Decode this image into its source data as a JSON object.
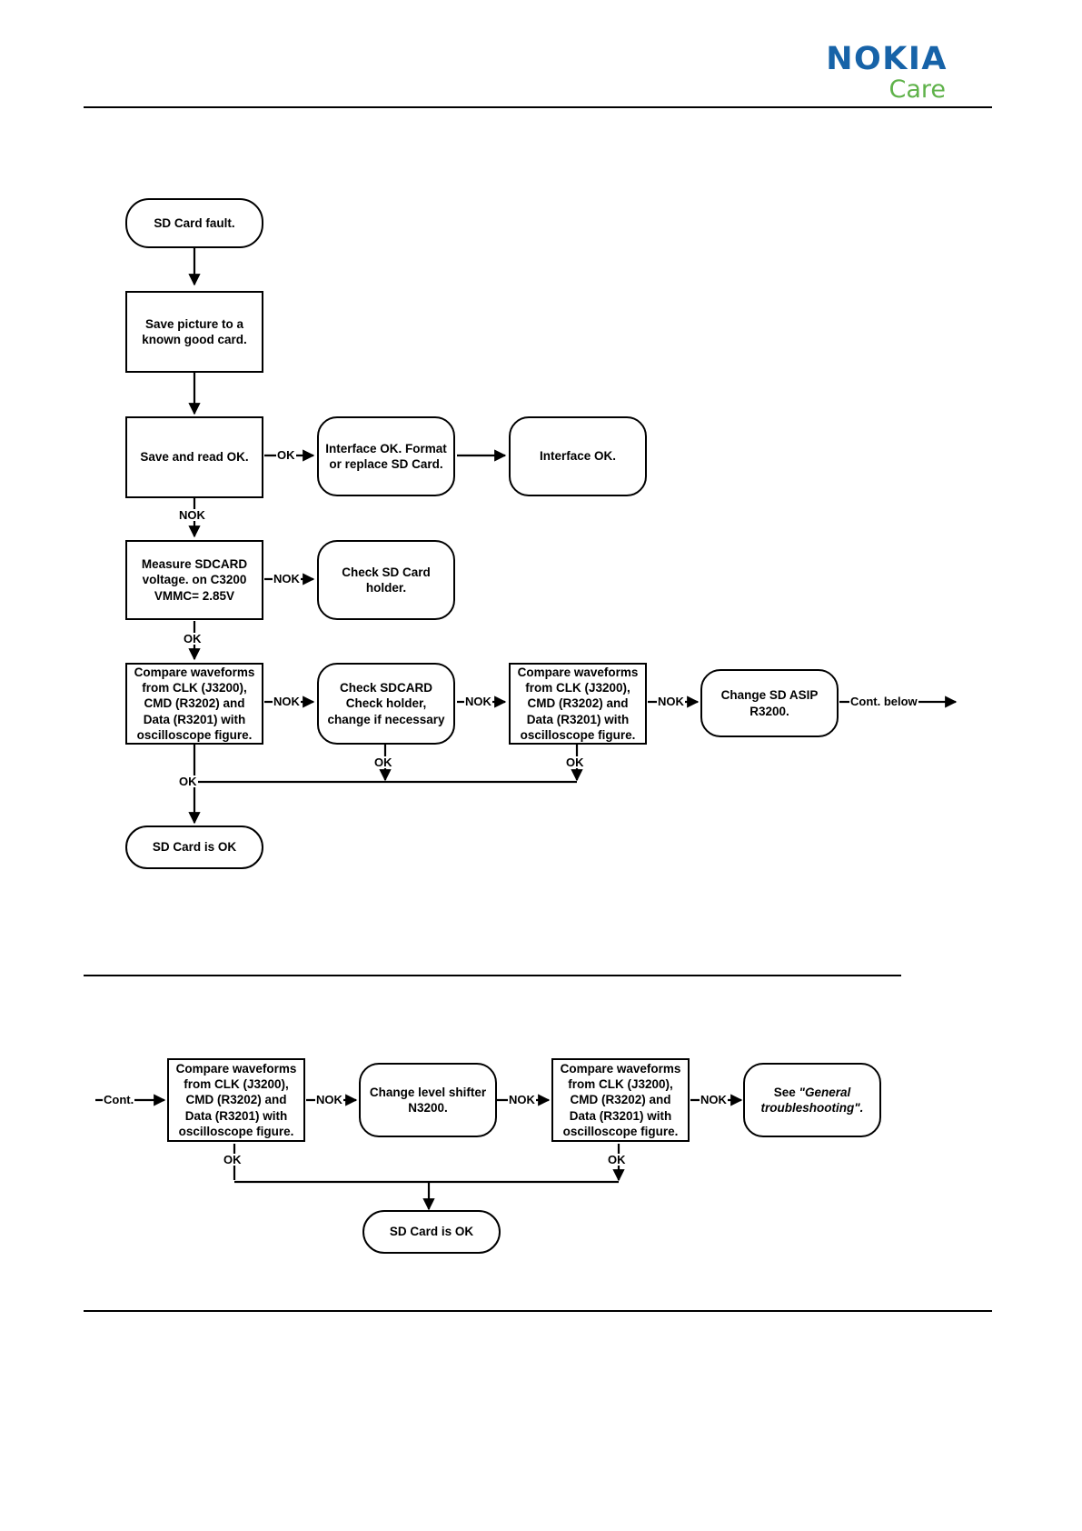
{
  "header": {
    "brand_primary": "NOKIA",
    "brand_secondary": "Care"
  },
  "chart_data": {
    "type": "diagram",
    "title": "SD Card fault troubleshooting flowchart",
    "sections": [
      {
        "id": "section-top",
        "nodes": [
          {
            "id": "n1",
            "shape": "terminal",
            "text": "SD Card fault."
          },
          {
            "id": "n2",
            "shape": "rect",
            "text": "Save picture to  a\nknown good  card."
          },
          {
            "id": "n3",
            "shape": "rect",
            "text": "Save and read  OK."
          },
          {
            "id": "n4",
            "shape": "rounded",
            "text": "Interface OK. Format\nor replace SD Card."
          },
          {
            "id": "n5",
            "shape": "rounded",
            "text": "Interface OK."
          },
          {
            "id": "n6",
            "shape": "rect",
            "text": "Measure SDCARD\nvoltage. on C3200\nVMMC= 2.85V"
          },
          {
            "id": "n7",
            "shape": "rounded",
            "text": "Check SD Card\nholder."
          },
          {
            "id": "n8",
            "shape": "rect",
            "text": "Compare waveforms\nfrom CLK (J3200),\nCMD (R3202) and\nData (R3201) with\noscilloscope figure."
          },
          {
            "id": "n9",
            "shape": "rounded",
            "text": "Check SDCARD\nCheck holder,\nchange if necessary"
          },
          {
            "id": "n10",
            "shape": "rect",
            "text": "Compare waveforms\nfrom CLK (J3200),\nCMD (R3202) and\nData (R3201) with\noscilloscope figure."
          },
          {
            "id": "n11",
            "shape": "rounded",
            "text": "Change SD ASIP\nR3200."
          },
          {
            "id": "n12",
            "shape": "terminal",
            "text": "SD Card is OK"
          }
        ],
        "edge_labels": [
          {
            "id": "e1",
            "text": "OK"
          },
          {
            "id": "e2",
            "text": "NOK"
          },
          {
            "id": "e3",
            "text": "NOK"
          },
          {
            "id": "e4",
            "text": "OK"
          },
          {
            "id": "e5",
            "text": "NOK"
          },
          {
            "id": "e6",
            "text": "NOK"
          },
          {
            "id": "e7",
            "text": "NOK"
          },
          {
            "id": "e8",
            "text": "OK"
          },
          {
            "id": "e9",
            "text": "OK"
          },
          {
            "id": "e10",
            "text": "OK"
          },
          {
            "id": "e11",
            "text": "Cont.  below"
          }
        ]
      },
      {
        "id": "section-bottom",
        "nodes": [
          {
            "id": "b1",
            "shape": "rect",
            "text": "Compare waveforms\nfrom CLK (J3200),\nCMD (R3202) and\nData (R3201) with\noscilloscope figure."
          },
          {
            "id": "b2",
            "shape": "rounded",
            "text": "Change level shifter\nN3200."
          },
          {
            "id": "b3",
            "shape": "rect",
            "text": "Compare waveforms\nfrom CLK (J3200),\nCMD (R3202) and\nData (R3201) with\noscilloscope figure."
          },
          {
            "id": "b4",
            "shape": "rounded",
            "text_prefix": "See ",
            "text_italic": "\"General\ntroubleshooting\"."
          },
          {
            "id": "b5",
            "shape": "terminal",
            "text": "SD Card is OK"
          }
        ],
        "edge_labels": [
          {
            "id": "be0",
            "text": "Cont."
          },
          {
            "id": "be1",
            "text": "NOK"
          },
          {
            "id": "be2",
            "text": "NOK"
          },
          {
            "id": "be3",
            "text": "NOK"
          },
          {
            "id": "be4",
            "text": "OK"
          },
          {
            "id": "be5",
            "text": "OK"
          }
        ]
      }
    ],
    "colors": {
      "line": "#000000",
      "node_fill": "#ffffff",
      "brand_blue": "#1763a8",
      "brand_green": "#5fb24a"
    }
  }
}
